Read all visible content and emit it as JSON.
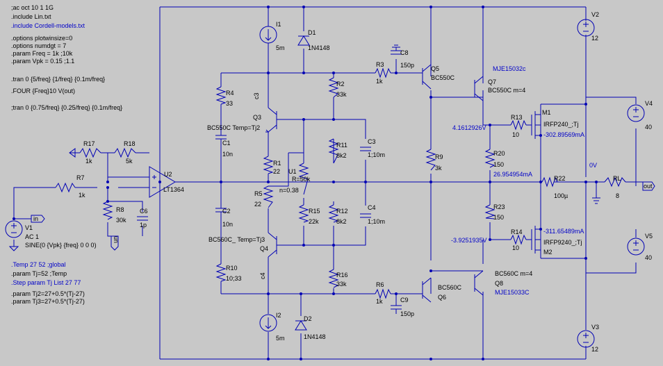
{
  "directives": [
    {
      "text": ";ac oct 10 1 1G",
      "color": "black"
    },
    {
      "text": ".include Lin.txt",
      "color": "black"
    },
    {
      "text": ".include Cordell-models.txt",
      "color": "blue"
    },
    {
      "text": ".options plotwinsize=0",
      "color": "black"
    },
    {
      "text": ".options numdgt = 7",
      "color": "black"
    },
    {
      "text": ".param Freq = 1k ;10k",
      "color": "black"
    },
    {
      "text": ".param Vpk = 0.15 ;1.1",
      "color": "black"
    },
    {
      "text": ".tran 0 {5/freq} {1/freq} {0.1m/freq}",
      "color": "black"
    },
    {
      "text": ".FOUR {Freq}10 V(out)",
      "color": "black"
    },
    {
      "text": ";tran 0 {0.75/freq} {0.25/freq} {0.1m/freq}",
      "color": "black"
    },
    {
      "text": ".Temp 27 52 ;global",
      "color": "blue"
    },
    {
      "text": ".param Tj=52 ;Temp",
      "color": "black"
    },
    {
      "text": ".Step param Tj List 27 77",
      "color": "blue"
    },
    {
      "text": ".param Tj2=27+0.5*(Tj-27)",
      "color": "black"
    },
    {
      "text": ".param Tj3=27+0.5*(Tj-27)",
      "color": "black"
    }
  ],
  "labels": {
    "I1": "I1",
    "I1v": "5m",
    "D1": "D1",
    "D1v": "1N4148",
    "R3": "R3",
    "R3v": "1k",
    "C8": "C8",
    "C8v": "150p",
    "Q5": "Q5",
    "Q5v": "BC550C",
    "Q7v": "MJE15032c",
    "Q7": "Q7",
    "Q7m": "BC550C m=4",
    "V2": "V2",
    "V2v": "12",
    "V4": "V4",
    "V4v": "40",
    "R4": "R4",
    "R4v": "33",
    "c3": "c3",
    "R2": "R2",
    "R2v": "33k",
    "Q3": "Q3",
    "Q3v": "BC550C Temp=Tj2",
    "C1": "C1",
    "C1v": "10n",
    "R11": "R11",
    "R11v": "8k2",
    "C3": "C3",
    "C3v": "1;10m",
    "R13": "R13",
    "R13v": "10",
    "M1": "M1",
    "M1v": "IRFP240_;Tj",
    "volt1": "4.1612926V",
    "cur1": "-302.89569mA",
    "R17": "R17",
    "R17v": "1k",
    "R18": "R18",
    "R18v": "5k",
    "U2": "U2",
    "U2v": "LT1364",
    "R1": "R1",
    "R1v": "22",
    "U1": "U1",
    "U1v": "R=50k",
    "U1n": "n=0.38",
    "R9": "R9",
    "R9v": "3k",
    "R20": "R20",
    "R20v": "150",
    "cur2": "26.954954mA",
    "v0": "0V",
    "R7": "R7",
    "R7v": "1k",
    "R5": "R5",
    "R5v": "22",
    "R22": "R22",
    "R22v": "100µ",
    "RL": "RL",
    "RLv": "8",
    "inflag": "in",
    "outflag": "out",
    "unflag": "un",
    "R8": "R8",
    "R8v": "30k",
    "C6": "C6",
    "C6v": "1p",
    "C2": "C2",
    "C2v": "10n",
    "R15": "R15",
    "R15v": "22k",
    "R12": "R12",
    "R12v": "8k2",
    "C4": "C4",
    "C4v": "1;10m",
    "R23": "R23",
    "R23v": "150",
    "V1": "V1",
    "V1ac": "AC 1",
    "V1s": "SINE(0 {Vpk} {freq} 0 0 0)",
    "Q4v": "BC560C_ Temp=Tj3",
    "Q4": "Q4",
    "cur3": "-311.65489mA",
    "R14": "R14",
    "R14v": "10",
    "volt2": "-3.9251935V",
    "M2v": "IRFP9240_;Tj",
    "M2": "M2",
    "V5": "V5",
    "V5v": "40",
    "R10": "R10",
    "R10v": "10;33",
    "c4": "c4",
    "Q8m": "BC560C m=4",
    "Q8": "Q8",
    "Q8v": "MJE15033C",
    "R16": "R16",
    "R16v": "33k",
    "R6": "R6",
    "R6v": "1k",
    "C9": "C9",
    "C9v": "150p",
    "Q6v": "BC560C",
    "Q6": "Q6",
    "I2": "I2",
    "I2v": "5m",
    "D2": "D2",
    "D2v": "1N4148",
    "V3": "V3",
    "V3v": "12"
  },
  "colors": {
    "background": "#c8c8c8",
    "wire": "#0000b4",
    "text": "#000000",
    "blue_text": "#0000c8"
  }
}
